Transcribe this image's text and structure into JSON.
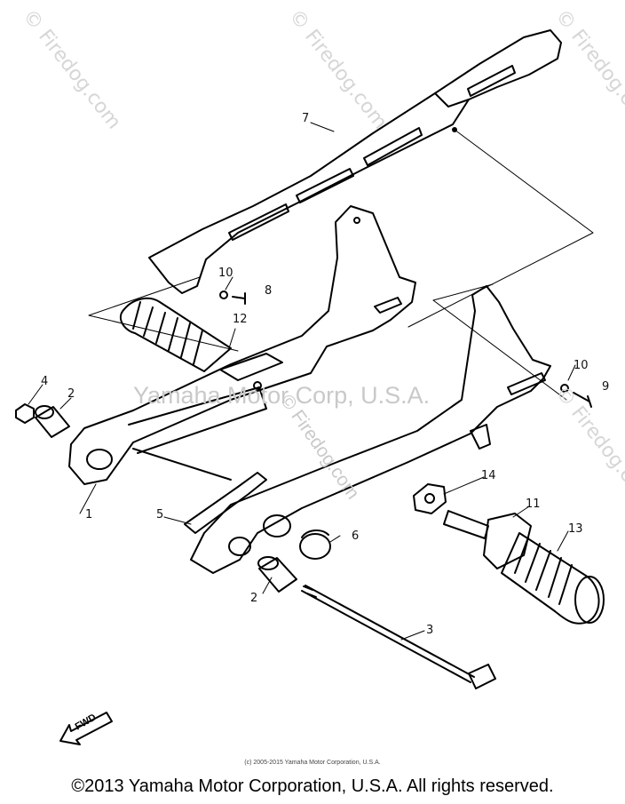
{
  "watermarks": {
    "corner": "© Firedog.com",
    "center": "Yamaha Motor Corp, U.S.A.",
    "diagonal": "© Firedog.com"
  },
  "callouts": [
    {
      "num": "1"
    },
    {
      "num": "2"
    },
    {
      "num": "2"
    },
    {
      "num": "3"
    },
    {
      "num": "4"
    },
    {
      "num": "5"
    },
    {
      "num": "6"
    },
    {
      "num": "7"
    },
    {
      "num": "8"
    },
    {
      "num": "9"
    },
    {
      "num": "10"
    },
    {
      "num": "10"
    },
    {
      "num": "11"
    },
    {
      "num": "12"
    },
    {
      "num": "13"
    },
    {
      "num": "14"
    }
  ],
  "fwd_label": "FWD",
  "copyright_small": "(c) 2005-2015 Yamaha Motor Corporation, U.S.A.",
  "copyright_main": "©2013 Yamaha Motor Corporation, U.S.A. All rights reserved."
}
